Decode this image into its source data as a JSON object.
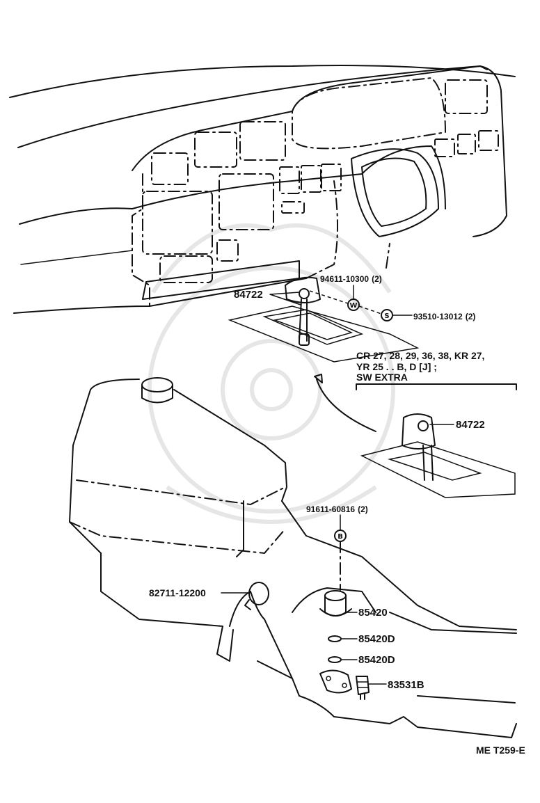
{
  "diagram_code": "ME T259-E",
  "callouts": [
    {
      "id": "c1",
      "part": "94611-10300",
      "qty": "(2)",
      "symbol": "W"
    },
    {
      "id": "c2",
      "part": "93510-13012",
      "qty": "(2)",
      "symbol": "S"
    },
    {
      "id": "c3",
      "part": "84722"
    },
    {
      "id": "c4",
      "part": "84722"
    },
    {
      "id": "c5",
      "part": "91611-60816",
      "qty": "(2)",
      "symbol": "B"
    },
    {
      "id": "c6",
      "part": "82711-12200"
    },
    {
      "id": "c7",
      "part": "85420"
    },
    {
      "id": "c8",
      "part": "85420D"
    },
    {
      "id": "c9",
      "part": "85420D"
    },
    {
      "id": "c10",
      "part": "83531B"
    }
  ],
  "variant_note": {
    "line1": "CR 27, 28, 29, 36, 38, KR 27,",
    "line2": "YR 25 . . B, D [J] ;",
    "line3": "SW EXTRA"
  }
}
